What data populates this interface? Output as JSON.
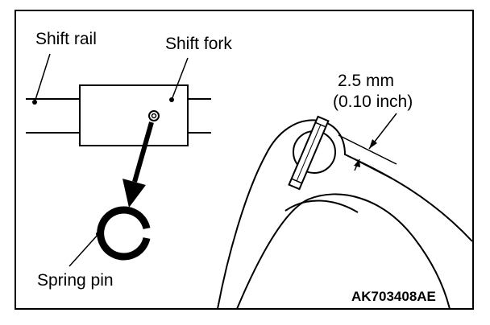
{
  "labels": {
    "shift_rail": "Shift rail",
    "shift_fork": "Shift fork",
    "spring_pin": "Spring pin",
    "clearance_mm": "2.5 mm",
    "clearance_inch": "(0.10 inch)",
    "figure_code": "AK703408AE"
  }
}
